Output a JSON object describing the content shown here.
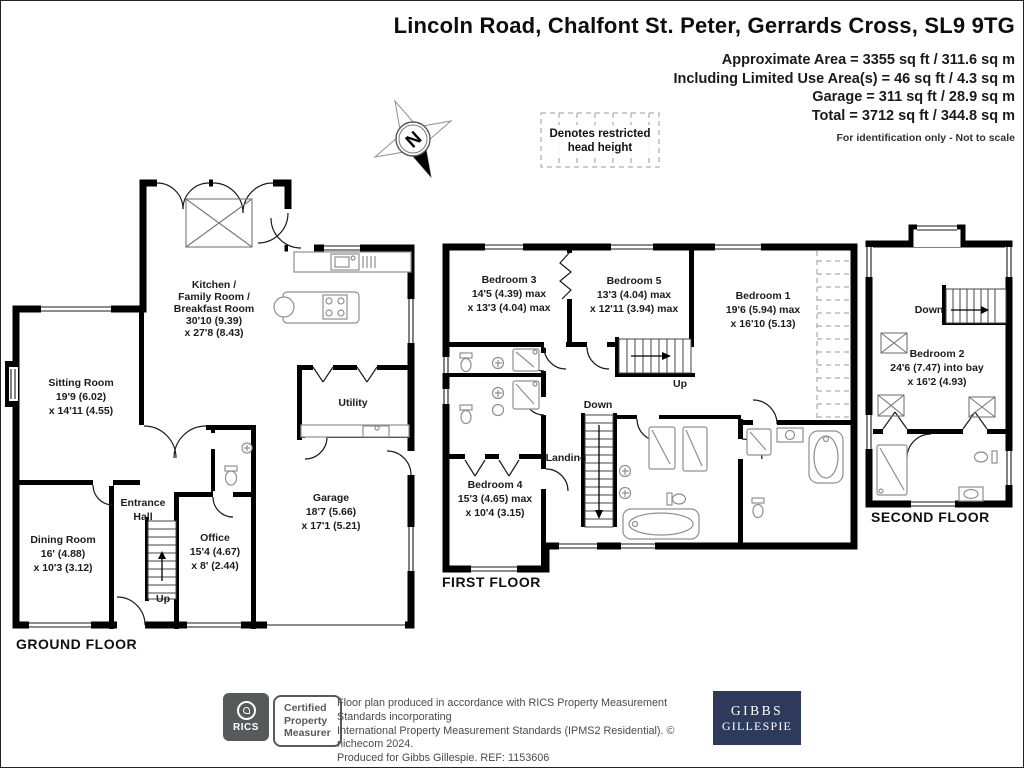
{
  "title": "Lincoln Road, Chalfont St. Peter, Gerrards Cross, SL9 9TG",
  "area_summary": {
    "line1": "Approximate Area = 3355 sq ft / 311.6 sq m",
    "line2": "Including Limited Use Area(s) = 46 sq ft / 4.3 sq m",
    "line3": "Garage = 311 sq ft / 28.9 sq m",
    "line4": "Total = 3712 sq ft / 344.8 sq m",
    "note": "For identification only - Not to scale"
  },
  "legend": {
    "line1": "Denotes restricted",
    "line2": "head height"
  },
  "compass": {
    "north": "N"
  },
  "floors": {
    "ground": {
      "label": "GROUND FLOOR"
    },
    "first": {
      "label": "FIRST FLOOR"
    },
    "second": {
      "label": "SECOND FLOOR"
    }
  },
  "rooms": {
    "kitchen": {
      "l1": "Kitchen /",
      "l2": "Family Room /",
      "l3": "Breakfast Room",
      "d1": "30'10 (9.39)",
      "d2": "x 27'8 (8.43)"
    },
    "sitting": {
      "l1": "Sitting Room",
      "d1": "19'9 (6.02)",
      "d2": "x 14'11 (4.55)"
    },
    "dining": {
      "l1": "Dining Room",
      "d1": "16' (4.88)",
      "d2": "x 10'3 (3.12)"
    },
    "entrance": {
      "l1": "Entrance",
      "l2": "Hall"
    },
    "office": {
      "l1": "Office",
      "d1": "15'4 (4.67)",
      "d2": "x 8' (2.44)"
    },
    "utility": {
      "l1": "Utility"
    },
    "garage": {
      "l1": "Garage",
      "d1": "18'7 (5.66)",
      "d2": "x 17'1 (5.21)"
    },
    "bedroom1": {
      "l1": "Bedroom 1",
      "d1": "19'6 (5.94) max",
      "d2": "x 16'10 (5.13)"
    },
    "bedroom2": {
      "l1": "Bedroom 2",
      "d1": "24'6 (7.47) into bay",
      "d2": "x 16'2 (4.93)"
    },
    "bedroom3": {
      "l1": "Bedroom 3",
      "d1": "14'5 (4.39) max",
      "d2": "x 13'3 (4.04) max"
    },
    "bedroom4": {
      "l1": "Bedroom 4",
      "d1": "15'3 (4.65) max",
      "d2": "x 10'4 (3.15)"
    },
    "bedroom5": {
      "l1": "Bedroom 5",
      "d1": "13'3 (4.04) max",
      "d2": "x 12'11 (3.94) max"
    },
    "landing": {
      "l1": "Landing"
    }
  },
  "stairs": {
    "up": "Up",
    "down": "Down"
  },
  "footer": {
    "rics_label": "RICS",
    "cert_line1": "Certified",
    "cert_line2": "Property",
    "cert_line3": "Measurer",
    "disclaimer_line1": "Floor plan produced in accordance with RICS Property Measurement Standards incorporating",
    "disclaimer_line2": "International Property Measurement Standards (IPMS2 Residential).   © nichecom 2024.",
    "disclaimer_line3": "Produced for Gibbs Gillespie.   REF: 1153606",
    "brand_line1": "GIBBS",
    "brand_line2": "GILLESPIE"
  },
  "colors": {
    "wall": "#000000",
    "navy": "#2e3a5c",
    "rics": "#58595b"
  }
}
